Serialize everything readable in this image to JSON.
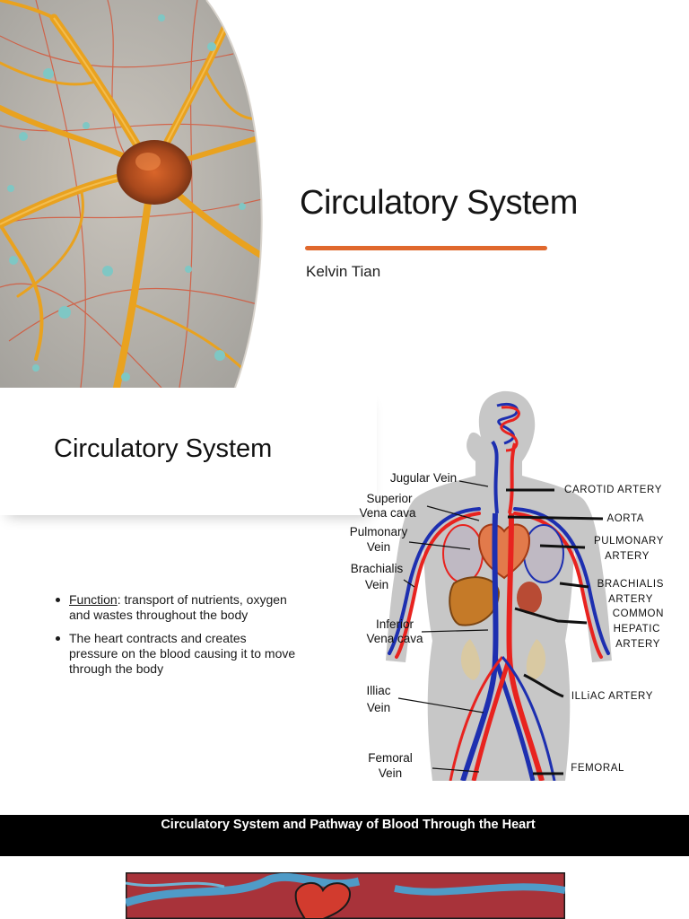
{
  "slide1": {
    "title": "Circulatory System",
    "author": "Kelvin Tian",
    "accent_color": "#e0682d",
    "image": "neuron-illustration"
  },
  "slide2": {
    "title": "Circulatory System",
    "bullets": [
      {
        "term": "Function",
        "text": ": transport of nutrients, oxygen and wastes throughout the body"
      },
      {
        "term": "",
        "text": "The heart contracts and creates pressure on the blood causing it to move through the body"
      }
    ],
    "diagram": {
      "image": "human-circulatory-system-diagram",
      "left_labels": [
        {
          "line1": "Jugular Vein",
          "line2": ""
        },
        {
          "line1": "Superior",
          "line2": "Vena cava"
        },
        {
          "line1": "Pulmonary",
          "line2": "Vein"
        },
        {
          "line1": "Brachialis",
          "line2": "Vein"
        },
        {
          "line1": "Inferior",
          "line2": "Vena cava"
        },
        {
          "line1": "Illiac",
          "line2": "Vein"
        },
        {
          "line1": "Femoral",
          "line2": "Vein"
        }
      ],
      "right_labels": [
        {
          "line1": "CAROTID ARTERY",
          "line2": ""
        },
        {
          "line1": "AORTA",
          "line2": ""
        },
        {
          "line1": "PULMONARY",
          "line2": "ARTERY"
        },
        {
          "line1": "BRACHIALIS",
          "line2": "ARTERY"
        },
        {
          "line1": "COMMON",
          "line2": "HEPATIC"
        },
        {
          "line1": "ARTERY",
          "line2": ""
        },
        {
          "line1": "ILLiAC ARTERY",
          "line2": ""
        },
        {
          "line1": "FEMORAL",
          "line2": ""
        }
      ],
      "artery_color": "#e8231f",
      "vein_color": "#1d2fb0"
    }
  },
  "slide3": {
    "title": "Circulatory System and Pathway of Blood Through the Heart",
    "image": "heart-illustration"
  }
}
